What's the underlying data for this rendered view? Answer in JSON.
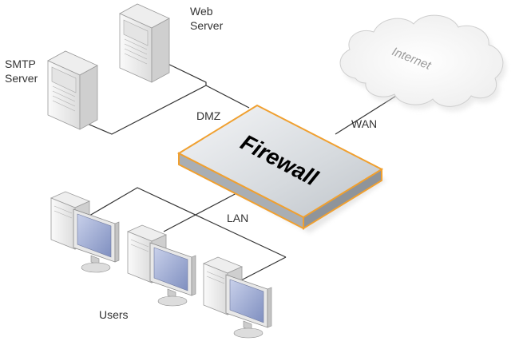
{
  "labels": {
    "web_server": [
      "Web",
      "Server"
    ],
    "smtp_server": [
      "SMTP",
      "Server"
    ],
    "dmz": "DMZ",
    "wan": "WAN",
    "lan": "LAN",
    "internet": "Internet",
    "firewall": "Firewall",
    "users": "Users"
  },
  "colors": {
    "firewall_border": "#f0a030",
    "firewall_top": "#d9dde2",
    "wire": "#333333",
    "monitor_screen": "#9aa8cf"
  },
  "icons": [
    "server-icon",
    "cloud-icon",
    "firewall-device",
    "workstation-icon"
  ]
}
